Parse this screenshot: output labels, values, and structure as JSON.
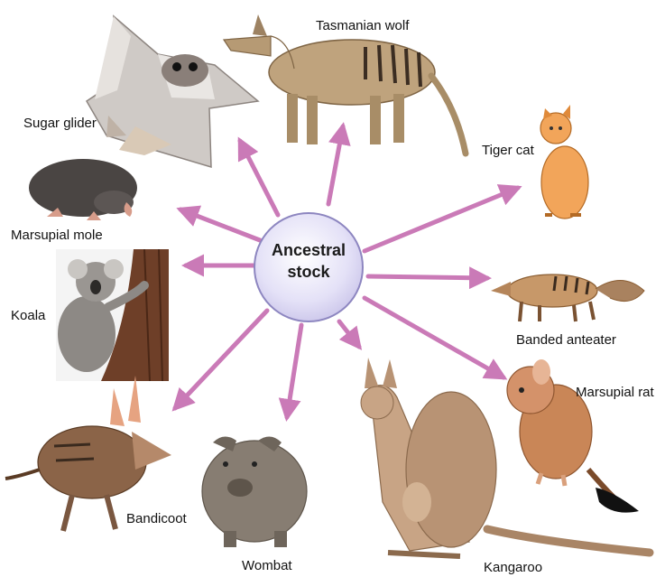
{
  "center": {
    "line1": "Ancestral",
    "line2": "stock"
  },
  "colors": {
    "arrow": "#c873b4",
    "hub_fill": "#d9d6f2",
    "hub_stroke": "#8d86c0"
  },
  "animals": [
    {
      "key": "sugar_glider",
      "label": "Sugar glider"
    },
    {
      "key": "tasmanian_wolf",
      "label": "Tasmanian wolf"
    },
    {
      "key": "tiger_cat",
      "label": "Tiger cat"
    },
    {
      "key": "marsupial_mole",
      "label": "Marsupial mole"
    },
    {
      "key": "koala",
      "label": "Koala"
    },
    {
      "key": "banded_anteater",
      "label": "Banded anteater"
    },
    {
      "key": "marsupial_rat",
      "label": "Marsupial rat"
    },
    {
      "key": "bandicoot",
      "label": "Bandicoot"
    },
    {
      "key": "wombat",
      "label": "Wombat"
    },
    {
      "key": "kangaroo",
      "label": "Kangaroo"
    }
  ]
}
